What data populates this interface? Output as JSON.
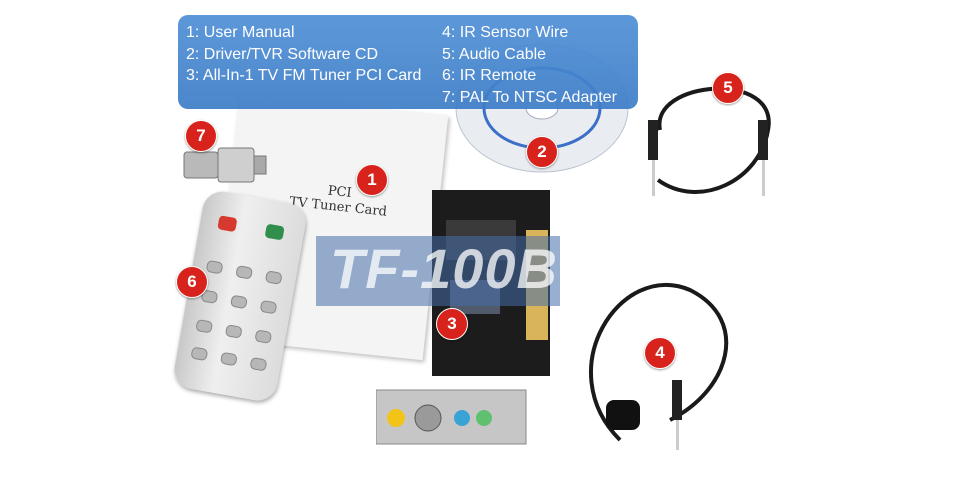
{
  "legend": {
    "items": [
      "1: User Manual",
      "2: Driver/TVR Software CD",
      "3: All-In-1 TV FM Tuner PCI Card",
      "4: IR Sensor Wire",
      "5: Audio Cable",
      "6: IR Remote",
      "7: PAL To NTSC Adapter"
    ]
  },
  "badges": [
    "1",
    "2",
    "3",
    "4",
    "5",
    "6",
    "7"
  ],
  "watermark": "TF-100B",
  "manual": {
    "title_line1": "PCI",
    "title_line2": "TV Tuner Card"
  },
  "colors": {
    "legend_bg": "#4a8bd2",
    "badge": "#d7231b",
    "pcb": "#1c1c1c"
  }
}
